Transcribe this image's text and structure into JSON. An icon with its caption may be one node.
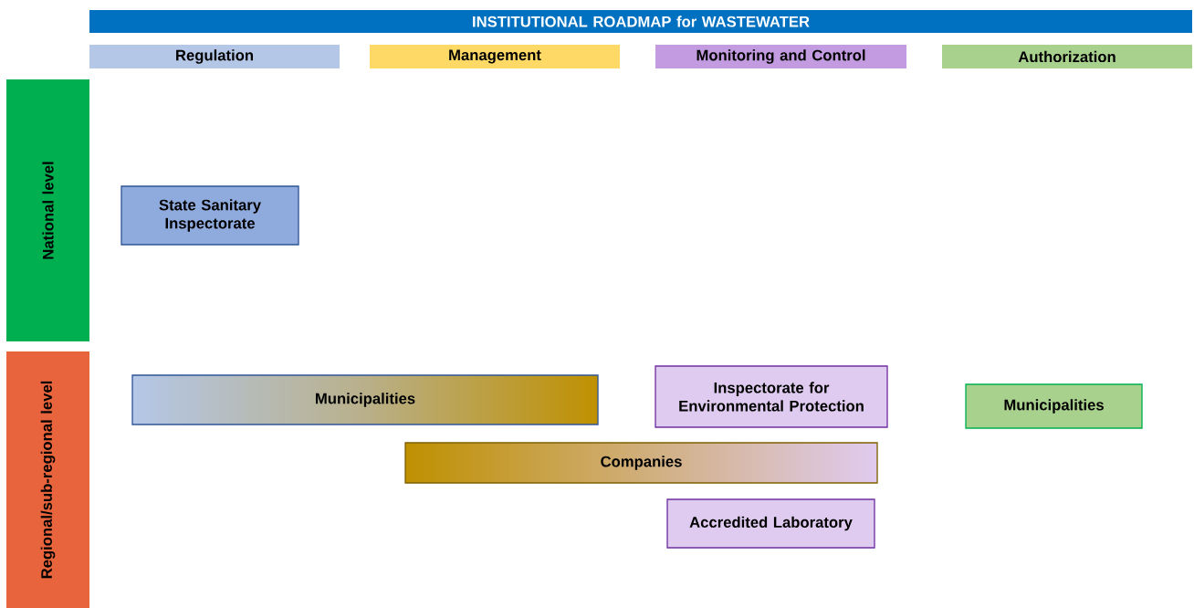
{
  "diagram": {
    "nodes": [
      {
        "text": [
          "INSTITUTIONAL ROADMAP for WASTEWATER"
        ]
      },
      {
        "text": [
          "Regulation"
        ]
      },
      {
        "text": [
          "Management"
        ]
      },
      {
        "text": [
          "Monitoring and Control"
        ]
      },
      {
        "text": [
          "Authorization"
        ]
      },
      {
        "text": [
          "National level"
        ]
      },
      {
        "text": [
          "Regional/sub-regional level"
        ]
      },
      {
        "text": [
          "State Sanitary Inspectorate"
        ]
      },
      {
        "text": [
          "Municipalities"
        ]
      },
      {
        "text": [
          "Inspectorate for Environmental Protection"
        ]
      },
      {
        "text": [
          "Municipalities"
        ]
      },
      {
        "text": [
          "Companies"
        ]
      },
      {
        "text": [
          "Accredited Laboratory"
        ]
      }
    ]
  }
}
